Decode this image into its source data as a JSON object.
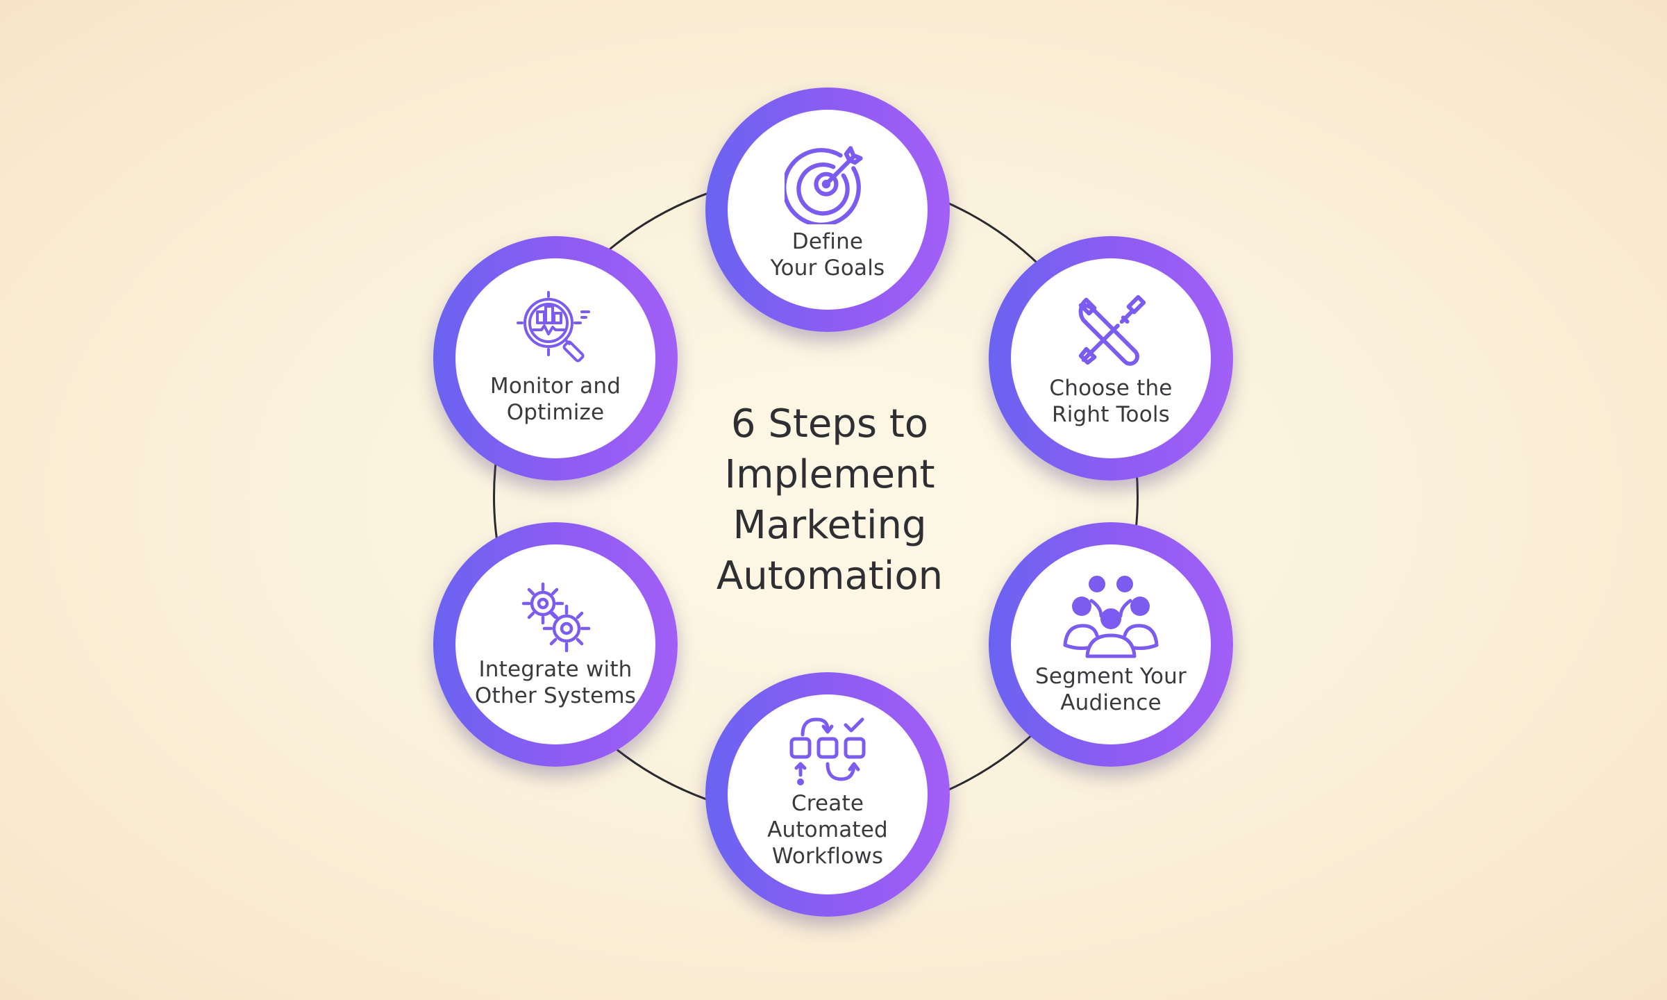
{
  "title": {
    "line1": "6 Steps to",
    "line2": "Implement",
    "line3": "Marketing",
    "line4": "Automation"
  },
  "colors": {
    "ring_start": "#6a63f1",
    "ring_end": "#a25ff6",
    "icon": "#7c5cf0",
    "text": "#3a3a3e",
    "connector": "#2a2a2e"
  },
  "steps": [
    {
      "icon": "target-icon",
      "line1": "Define",
      "line2": "Your Goals"
    },
    {
      "icon": "tools-icon",
      "line1": "Choose the",
      "line2": "Right Tools"
    },
    {
      "icon": "audience-icon",
      "line1": "Segment Your",
      "line2": "Audience"
    },
    {
      "icon": "workflow-icon",
      "line1": "Create",
      "line2": "Automated",
      "line3": "Workflows"
    },
    {
      "icon": "gears-icon",
      "line1": "Integrate with",
      "line2": "Other Systems"
    },
    {
      "icon": "analytics-magnifier-icon",
      "line1": "Monitor and",
      "line2": "Optimize"
    }
  ]
}
